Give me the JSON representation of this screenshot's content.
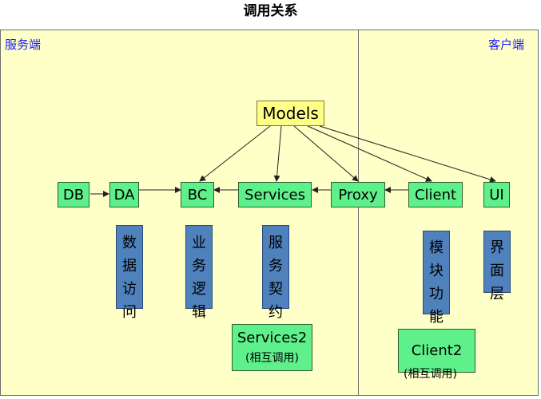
{
  "title": "调用关系",
  "zones": {
    "server": "服务端",
    "client": "客户端"
  },
  "nodes": {
    "models": "Models",
    "db": "DB",
    "da": "DA",
    "bc": "BC",
    "services": "Services",
    "proxy": "Proxy",
    "client": "Client",
    "ui": "UI",
    "services2": "Services2",
    "client2": "Client2"
  },
  "notes": {
    "services2": "(相互调用)",
    "client2": "(相互调用)"
  },
  "vertical_labels": {
    "da": [
      "数",
      "据",
      "访",
      "问"
    ],
    "bc": [
      "业",
      "务",
      "逻",
      "辑"
    ],
    "services": [
      "服",
      "务",
      "契",
      "约"
    ],
    "client": [
      "模",
      "块",
      "功",
      "能"
    ],
    "ui": [
      "界",
      "面",
      "层"
    ]
  },
  "colors": {
    "node": "#5ef08a",
    "models": "#ffff88",
    "layer_bar": "#4f81bd",
    "zone": "#ffffc8",
    "zone_label": "#1a1aff"
  }
}
